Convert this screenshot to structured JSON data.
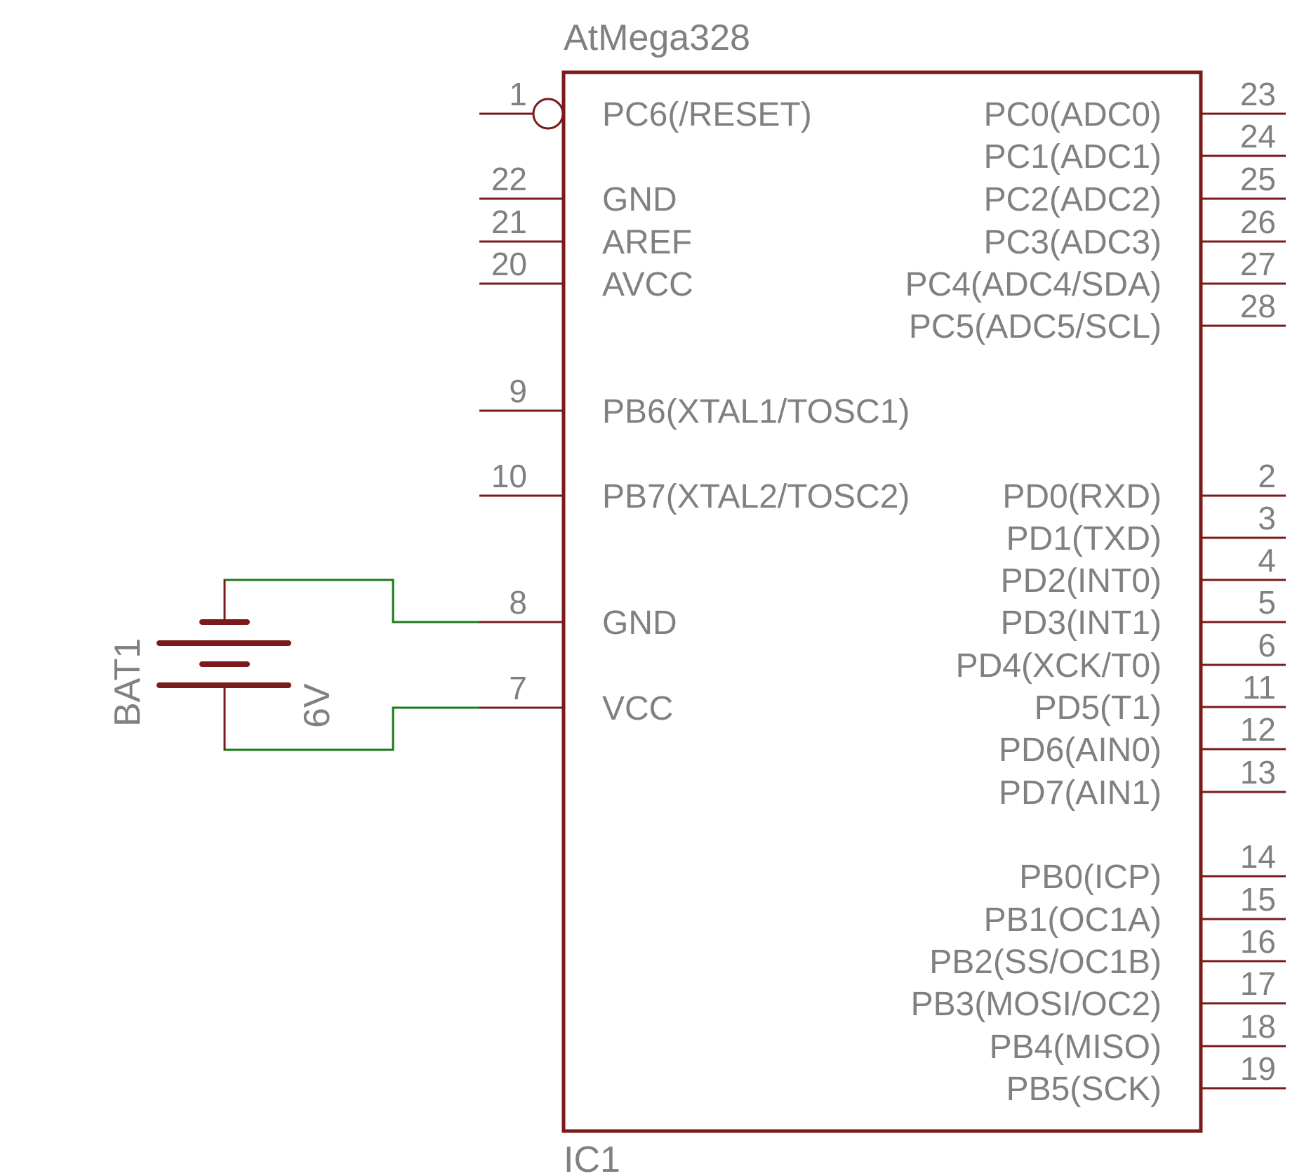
{
  "chip": {
    "part_name": "AtMega328",
    "designator": "IC1",
    "left_pins": [
      {
        "num": "1",
        "name": "PC6(/RESET)",
        "inverted": true
      },
      {
        "num": "22",
        "name": "GND"
      },
      {
        "num": "21",
        "name": "AREF"
      },
      {
        "num": "20",
        "name": "AVCC"
      },
      {
        "num": "9",
        "name": "PB6(XTAL1/TOSC1)"
      },
      {
        "num": "10",
        "name": "PB7(XTAL2/TOSC2)"
      },
      {
        "num": "8",
        "name": "GND"
      },
      {
        "num": "7",
        "name": "VCC"
      }
    ],
    "right_pins": [
      {
        "num": "23",
        "name": "PC0(ADC0)"
      },
      {
        "num": "24",
        "name": "PC1(ADC1)"
      },
      {
        "num": "25",
        "name": "PC2(ADC2)"
      },
      {
        "num": "26",
        "name": "PC3(ADC3)"
      },
      {
        "num": "27",
        "name": "PC4(ADC4/SDA)"
      },
      {
        "num": "28",
        "name": "PC5(ADC5/SCL)"
      },
      {
        "num": "2",
        "name": "PD0(RXD)"
      },
      {
        "num": "3",
        "name": "PD1(TXD)"
      },
      {
        "num": "4",
        "name": "PD2(INT0)"
      },
      {
        "num": "5",
        "name": "PD3(INT1)"
      },
      {
        "num": "6",
        "name": "PD4(XCK/T0)"
      },
      {
        "num": "11",
        "name": "PD5(T1)"
      },
      {
        "num": "12",
        "name": "PD6(AIN0)"
      },
      {
        "num": "13",
        "name": "PD7(AIN1)"
      },
      {
        "num": "14",
        "name": "PB0(ICP)"
      },
      {
        "num": "15",
        "name": "PB1(OC1A)"
      },
      {
        "num": "16",
        "name": "PB2(SS/OC1B)"
      },
      {
        "num": "17",
        "name": "PB3(MOSI/OC2)"
      },
      {
        "num": "18",
        "name": "PB4(MISO)"
      },
      {
        "num": "19",
        "name": "PB5(SCK)"
      }
    ]
  },
  "battery": {
    "designator": "BAT1",
    "value": "6V"
  },
  "colors": {
    "symbol": "#7b1a1a",
    "wire": "#1a7a1a",
    "text": "#808080",
    "background": "#ffffff"
  }
}
